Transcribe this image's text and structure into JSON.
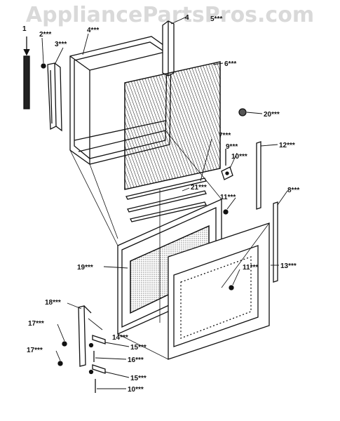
{
  "watermark": "AppliancePartsPros.com",
  "colors": {
    "line": "#111111",
    "watermark": "#d9d9d9",
    "background": "#ffffff"
  },
  "callouts": [
    {
      "id": "c1",
      "text": "1"
    },
    {
      "id": "c2",
      "text": "2***"
    },
    {
      "id": "c3",
      "text": "3***"
    },
    {
      "id": "c4a",
      "text": "4***"
    },
    {
      "id": "c4b",
      "text": "4"
    },
    {
      "id": "c5",
      "text": "5***"
    },
    {
      "id": "c6",
      "text": "6***"
    },
    {
      "id": "c20",
      "text": "20***"
    },
    {
      "id": "c7",
      "text": "7***"
    },
    {
      "id": "c9",
      "text": "9***"
    },
    {
      "id": "c10",
      "text": "10***"
    },
    {
      "id": "c12",
      "text": "12***"
    },
    {
      "id": "c21",
      "text": "21***"
    },
    {
      "id": "c8",
      "text": "8***"
    },
    {
      "id": "c11a",
      "text": "11***"
    },
    {
      "id": "c11b",
      "text": "11***"
    },
    {
      "id": "c13",
      "text": "13***"
    },
    {
      "id": "c19",
      "text": "19***"
    },
    {
      "id": "c18",
      "text": "18***"
    },
    {
      "id": "c17a",
      "text": "17***"
    },
    {
      "id": "c17b",
      "text": "17***"
    },
    {
      "id": "c14",
      "text": "14***"
    },
    {
      "id": "c15a",
      "text": "15***"
    },
    {
      "id": "c16",
      "text": "16***"
    },
    {
      "id": "c15b",
      "text": "15***"
    },
    {
      "id": "c10b",
      "text": "10***"
    }
  ]
}
